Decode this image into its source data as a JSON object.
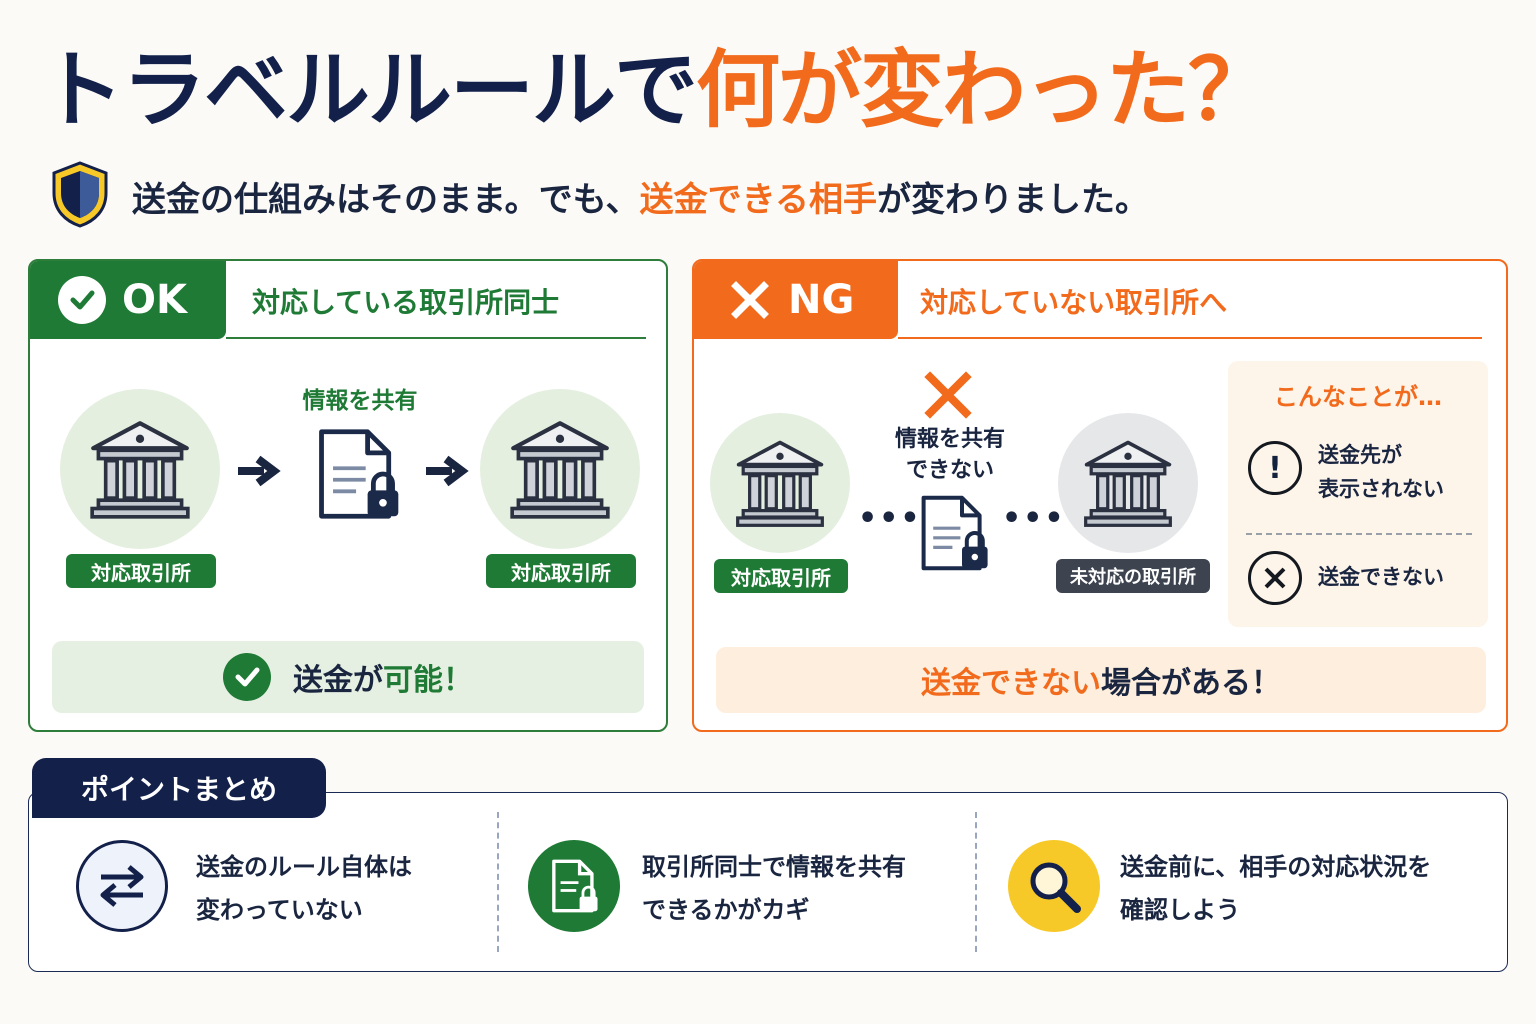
{
  "title": {
    "part1": "トラベルルールで",
    "part2": "何が変わった？"
  },
  "subtitle": {
    "pre": "送金の仕組みはそのまま。でも、",
    "highlight": "送金できる相手",
    "post": "が変わりました。"
  },
  "ok": {
    "tag": "OK",
    "heading": "対応している取引所同士",
    "share_label": "情報を共有",
    "left_label": "対応取引所",
    "right_label": "対応取引所",
    "result_pre": "送金が",
    "result_hl": "可能！"
  },
  "ng": {
    "tag": "NG",
    "heading": "対応していない取引所へ",
    "share_line1": "情報を共有",
    "share_line2": "できない",
    "left_label": "対応取引所",
    "right_label": "未対応の取引所",
    "cases_title": "こんなことが…",
    "case1_line1": "送金先が",
    "case1_line2": "表示されない",
    "case2": "送金できない",
    "result_hl": "送金できない",
    "result_post": "場合がある！"
  },
  "summary": {
    "tab": "ポイントまとめ",
    "p1_line1": "送金のルール自体は",
    "p1_line2": "変わっていない",
    "p2_line1": "取引所同士で情報を共有",
    "p2_line2": "できるかがカギ",
    "p3_line1": "送金前に、相手の対応状況を",
    "p3_line2": "確認しよう"
  },
  "colors": {
    "navy": "#13204a",
    "orange": "#f26b1d",
    "green": "#1e7a35",
    "yellow": "#f7c928"
  },
  "icons": [
    "shield-icon",
    "check-icon",
    "cross-icon",
    "bank-icon",
    "arrow-right-icon",
    "locked-document-icon",
    "exclamation-icon",
    "swap-arrows-icon",
    "search-icon"
  ]
}
